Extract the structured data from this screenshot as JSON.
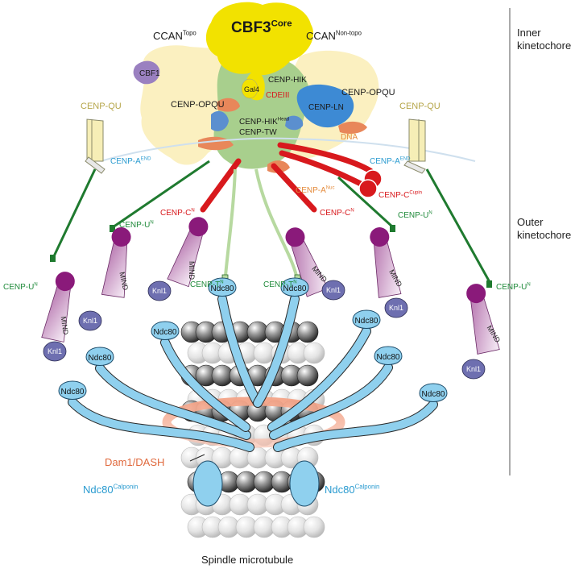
{
  "labels": {
    "cbf3_core": {
      "base": "CBF3",
      "sup": "Core"
    },
    "ccan_topo": {
      "base": "CCAN",
      "sup": "Topo"
    },
    "ccan_nontopo": {
      "base": "CCAN",
      "sup": "Non-topo"
    },
    "cbf1": "CBF1",
    "gal4": "Gal4",
    "cenp_hik": "CENP-HIK",
    "cdeiii": "CDEIII",
    "cenp_opqu_left": "CENP-OPQU",
    "cenp_opqu_right": "CENP-OPQU",
    "cenp_ln": "CENP-LN",
    "cenp_hik_head": {
      "base": "CENP-HIK",
      "sup": "Head"
    },
    "cenp_tw": "CENP-TW",
    "dna": "DNA",
    "cenp_qu_left": "CENP-QU",
    "cenp_qu_right": "CENP-QU",
    "cenp_a_end_left": {
      "base": "CENP-A",
      "sup": "END"
    },
    "cenp_a_end_right": {
      "base": "CENP-A",
      "sup": "END"
    },
    "cenp_a_nuc": {
      "base": "CENP-A",
      "sup": "Nuc"
    },
    "cenp_c_cupin": {
      "base": "CENP-C",
      "sup": "Cupin"
    },
    "cenp_c_n_left": {
      "base": "CENP-C",
      "sup": "N"
    },
    "cenp_c_n_right": {
      "base": "CENP-C",
      "sup": "N"
    },
    "cenp_u_n_1": {
      "base": "CENP-U",
      "sup": "N"
    },
    "cenp_u_n_2": {
      "base": "CENP-U",
      "sup": "N"
    },
    "cenp_u_n_3": {
      "base": "CENP-U",
      "sup": "N"
    },
    "cenp_u_n_4": {
      "base": "CENP-U",
      "sup": "N"
    },
    "cenp_t_n_left": {
      "base": "CENP-T",
      "sup": "N"
    },
    "cenp_t_n_right": {
      "base": "CENP-T",
      "sup": "N"
    },
    "mind": "MIND",
    "knl1": "Knl1",
    "ndc80": "Ndc80",
    "ndc80_calponin_left": {
      "base": "Ndc80",
      "sup": "Calponin"
    },
    "ndc80_calponin_right": {
      "base": "Ndc80",
      "sup": "Calponin"
    },
    "dam1": "Dam1/DASH",
    "spindle": "Spindle microtubule",
    "inner_kinetochore": [
      "Inner",
      "kinetochore"
    ],
    "outer_kinetochore": [
      "Outer",
      "kinetochore"
    ]
  },
  "colors": {
    "cbf3": "#f2e200",
    "ccan_topo": "#fbf0c0",
    "ccan_green": "#a8cf8d",
    "cenp_ln": "#3d8ad4",
    "cenp_hik_head": "#5b8fcf",
    "cbf1": "#9a80c0",
    "dna": "#e8875a",
    "cenp_c": "#d8191d",
    "cenp_u": "#1f7a2f",
    "cenp_t": "#b7d9a0",
    "mind": "#f0e2f0",
    "mind_head": "#8a1a7a",
    "knl1": "#6e6fb0",
    "ndc80": "#8fd0ee",
    "dam1": "#f09a80"
  }
}
